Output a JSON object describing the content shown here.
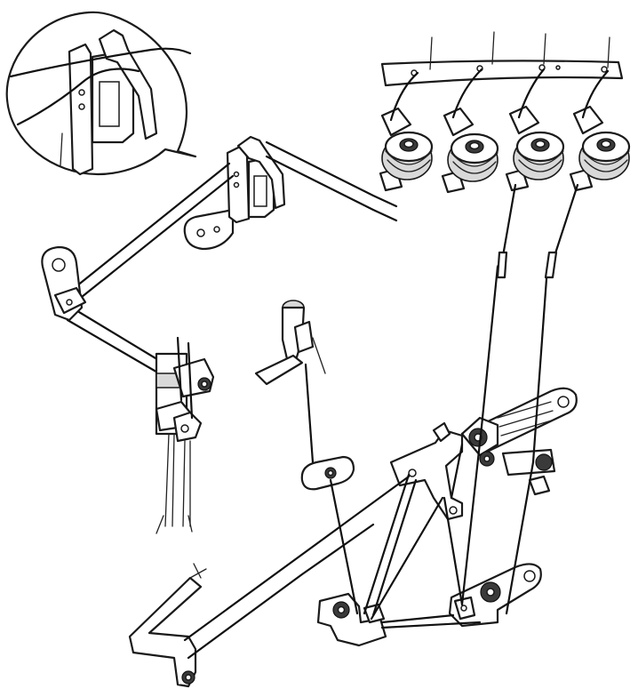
{
  "diagram": {
    "parts": [
      {
        "name": "thread-guide-bar-icon",
        "count": 1
      },
      {
        "name": "tension-dial-icon",
        "count": 4
      },
      {
        "name": "thread-guide-hook-icon",
        "count": 1
      },
      {
        "name": "thread-guide-detail-inset-icon",
        "count": 1
      },
      {
        "name": "needle-bar-guide-icon",
        "count": 1
      },
      {
        "name": "needle-clamp-icon",
        "count": 1
      },
      {
        "name": "looper-thread-guide-icon",
        "count": 4
      }
    ],
    "colors": {
      "line": "#111111",
      "background": "#ffffff",
      "shade": "#d9d9d9"
    }
  }
}
